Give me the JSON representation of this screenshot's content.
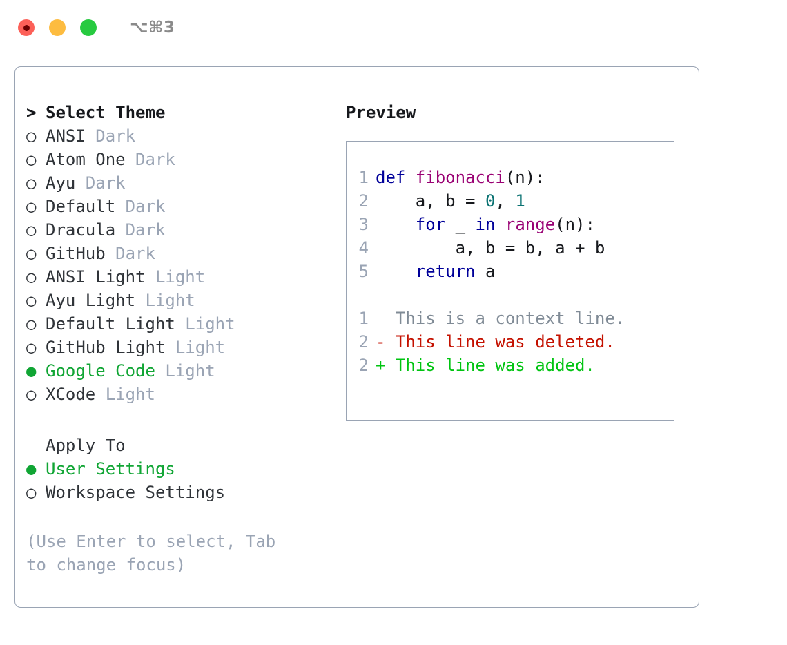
{
  "titlebar": {
    "shortcut": "⌥⌘3",
    "dots": [
      {
        "name": "close-button",
        "color": "#fc6058"
      },
      {
        "name": "minimize-button",
        "color": "#fdbc40"
      },
      {
        "name": "maximize-button",
        "color": "#27ca40"
      }
    ]
  },
  "left": {
    "header_marker": ">",
    "header_label": "Select Theme",
    "themes": [
      {
        "marker": "○",
        "name": "ANSI",
        "variant": "Dark",
        "selected": false
      },
      {
        "marker": "○",
        "name": "Atom One",
        "variant": "Dark",
        "selected": false
      },
      {
        "marker": "○",
        "name": "Ayu",
        "variant": "Dark",
        "selected": false
      },
      {
        "marker": "○",
        "name": "Default",
        "variant": "Dark",
        "selected": false
      },
      {
        "marker": "○",
        "name": "Dracula",
        "variant": "Dark",
        "selected": false
      },
      {
        "marker": "○",
        "name": "GitHub",
        "variant": "Dark",
        "selected": false
      },
      {
        "marker": "○",
        "name": "ANSI Light",
        "variant": "Light",
        "selected": false
      },
      {
        "marker": "○",
        "name": "Ayu Light",
        "variant": "Light",
        "selected": false
      },
      {
        "marker": "○",
        "name": "Default Light",
        "variant": "Light",
        "selected": false
      },
      {
        "marker": "○",
        "name": "GitHub Light",
        "variant": "Light",
        "selected": false
      },
      {
        "marker": "●",
        "name": "Google Code",
        "variant": "Light",
        "selected": true
      },
      {
        "marker": "○",
        "name": "XCode",
        "variant": "Light",
        "selected": false
      }
    ],
    "apply_to_title": "Apply To",
    "apply_to": [
      {
        "marker": "●",
        "label": "User Settings",
        "selected": true
      },
      {
        "marker": "○",
        "label": "Workspace Settings",
        "selected": false
      }
    ],
    "hint": "(Use Enter to select, Tab to change focus)"
  },
  "right": {
    "preview_title": "Preview",
    "code_lines": [
      {
        "num": "1",
        "tokens": [
          {
            "t": "def ",
            "c": "tok-kw"
          },
          {
            "t": "fibonacci",
            "c": "tok-fn"
          },
          {
            "t": "(n):",
            "c": "tok-plain"
          }
        ]
      },
      {
        "num": "2",
        "tokens": [
          {
            "t": "    a, b = ",
            "c": "tok-plain"
          },
          {
            "t": "0",
            "c": "tok-num"
          },
          {
            "t": ", ",
            "c": "tok-plain"
          },
          {
            "t": "1",
            "c": "tok-num"
          }
        ]
      },
      {
        "num": "3",
        "tokens": [
          {
            "t": "    ",
            "c": "tok-plain"
          },
          {
            "t": "for",
            "c": "tok-kw"
          },
          {
            "t": " _ ",
            "c": "tok-plain"
          },
          {
            "t": "in",
            "c": "tok-kw"
          },
          {
            "t": " ",
            "c": "tok-plain"
          },
          {
            "t": "range",
            "c": "tok-fn"
          },
          {
            "t": "(n):",
            "c": "tok-plain"
          }
        ]
      },
      {
        "num": "4",
        "tokens": [
          {
            "t": "        a, b = b, a + b",
            "c": "tok-plain"
          }
        ]
      },
      {
        "num": "5",
        "tokens": [
          {
            "t": "    ",
            "c": "tok-plain"
          },
          {
            "t": "return",
            "c": "tok-kw"
          },
          {
            "t": " a",
            "c": "tok-plain"
          }
        ]
      }
    ],
    "diff_lines": [
      {
        "num": "1",
        "tokens": [
          {
            "t": "  This is a context line.",
            "c": "tok-ctx"
          }
        ]
      },
      {
        "num": "2",
        "tokens": [
          {
            "t": "- This line was deleted.",
            "c": "tok-del"
          }
        ]
      },
      {
        "num": "2",
        "tokens": [
          {
            "t": "+ This line was added.",
            "c": "tok-add"
          }
        ]
      }
    ]
  },
  "colors": {
    "accent_green": "#10a534",
    "muted": "#9aa4b4",
    "text": "#2f3338",
    "border": "#9aa4b4",
    "kw_blue": "#000099",
    "fn_purple": "#990073",
    "num_teal": "#0a7272",
    "diff_del": "#c41100",
    "diff_add": "#00c411"
  }
}
